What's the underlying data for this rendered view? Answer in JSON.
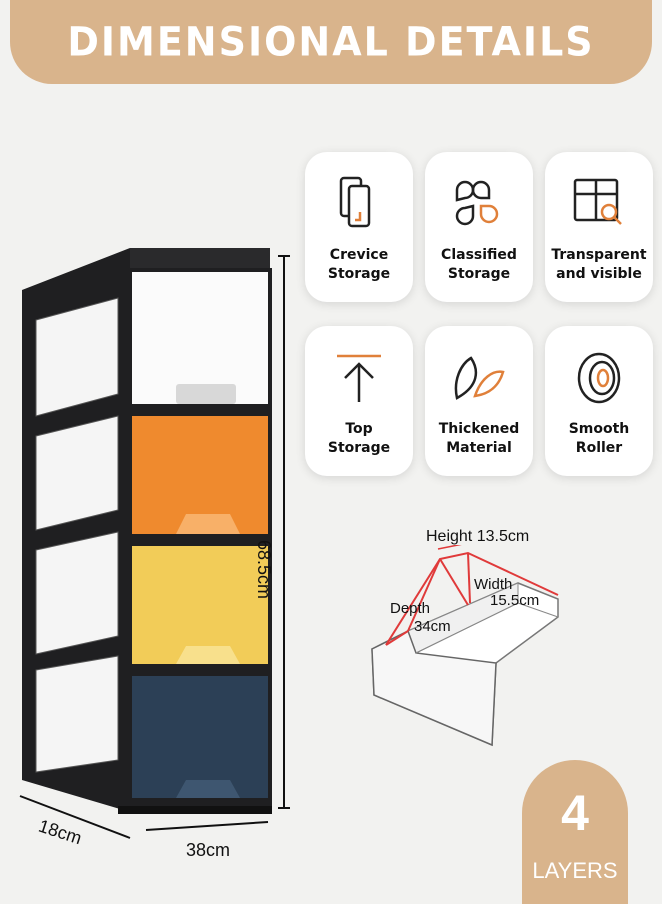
{
  "banner": {
    "title": "DIMENSIONAL DETAILS"
  },
  "features": [
    {
      "label": "Crevice\nStorage",
      "icon": "crevice-storage-icon"
    },
    {
      "label": "Classified\nStorage",
      "icon": "classified-storage-icon"
    },
    {
      "label": "Transparent\nand visible",
      "icon": "transparent-window-icon"
    },
    {
      "label": "Top\nStorage",
      "icon": "top-storage-arrow-icon"
    },
    {
      "label": "Thickened\nMaterial",
      "icon": "leaf-icon"
    },
    {
      "label": "Smooth\nRoller",
      "icon": "roller-icon"
    }
  ],
  "cabinet": {
    "height_label": "68.5cm",
    "width_label": "38cm",
    "depth_label": "18cm",
    "drawer_colors": [
      "#ffffff",
      "#ef8a2e",
      "#f2cc58",
      "#2c4056"
    ]
  },
  "drawer": {
    "height_label": "Height 13.5cm",
    "width_label_line1": "Width",
    "width_label_line2": "15.5cm",
    "depth_label_line1": "Depth",
    "depth_label_line2": "34cm"
  },
  "layers": {
    "number": "4",
    "word": "LAYERS"
  },
  "colors": {
    "accent": "#d9b48c",
    "orange": "#e0803a"
  }
}
